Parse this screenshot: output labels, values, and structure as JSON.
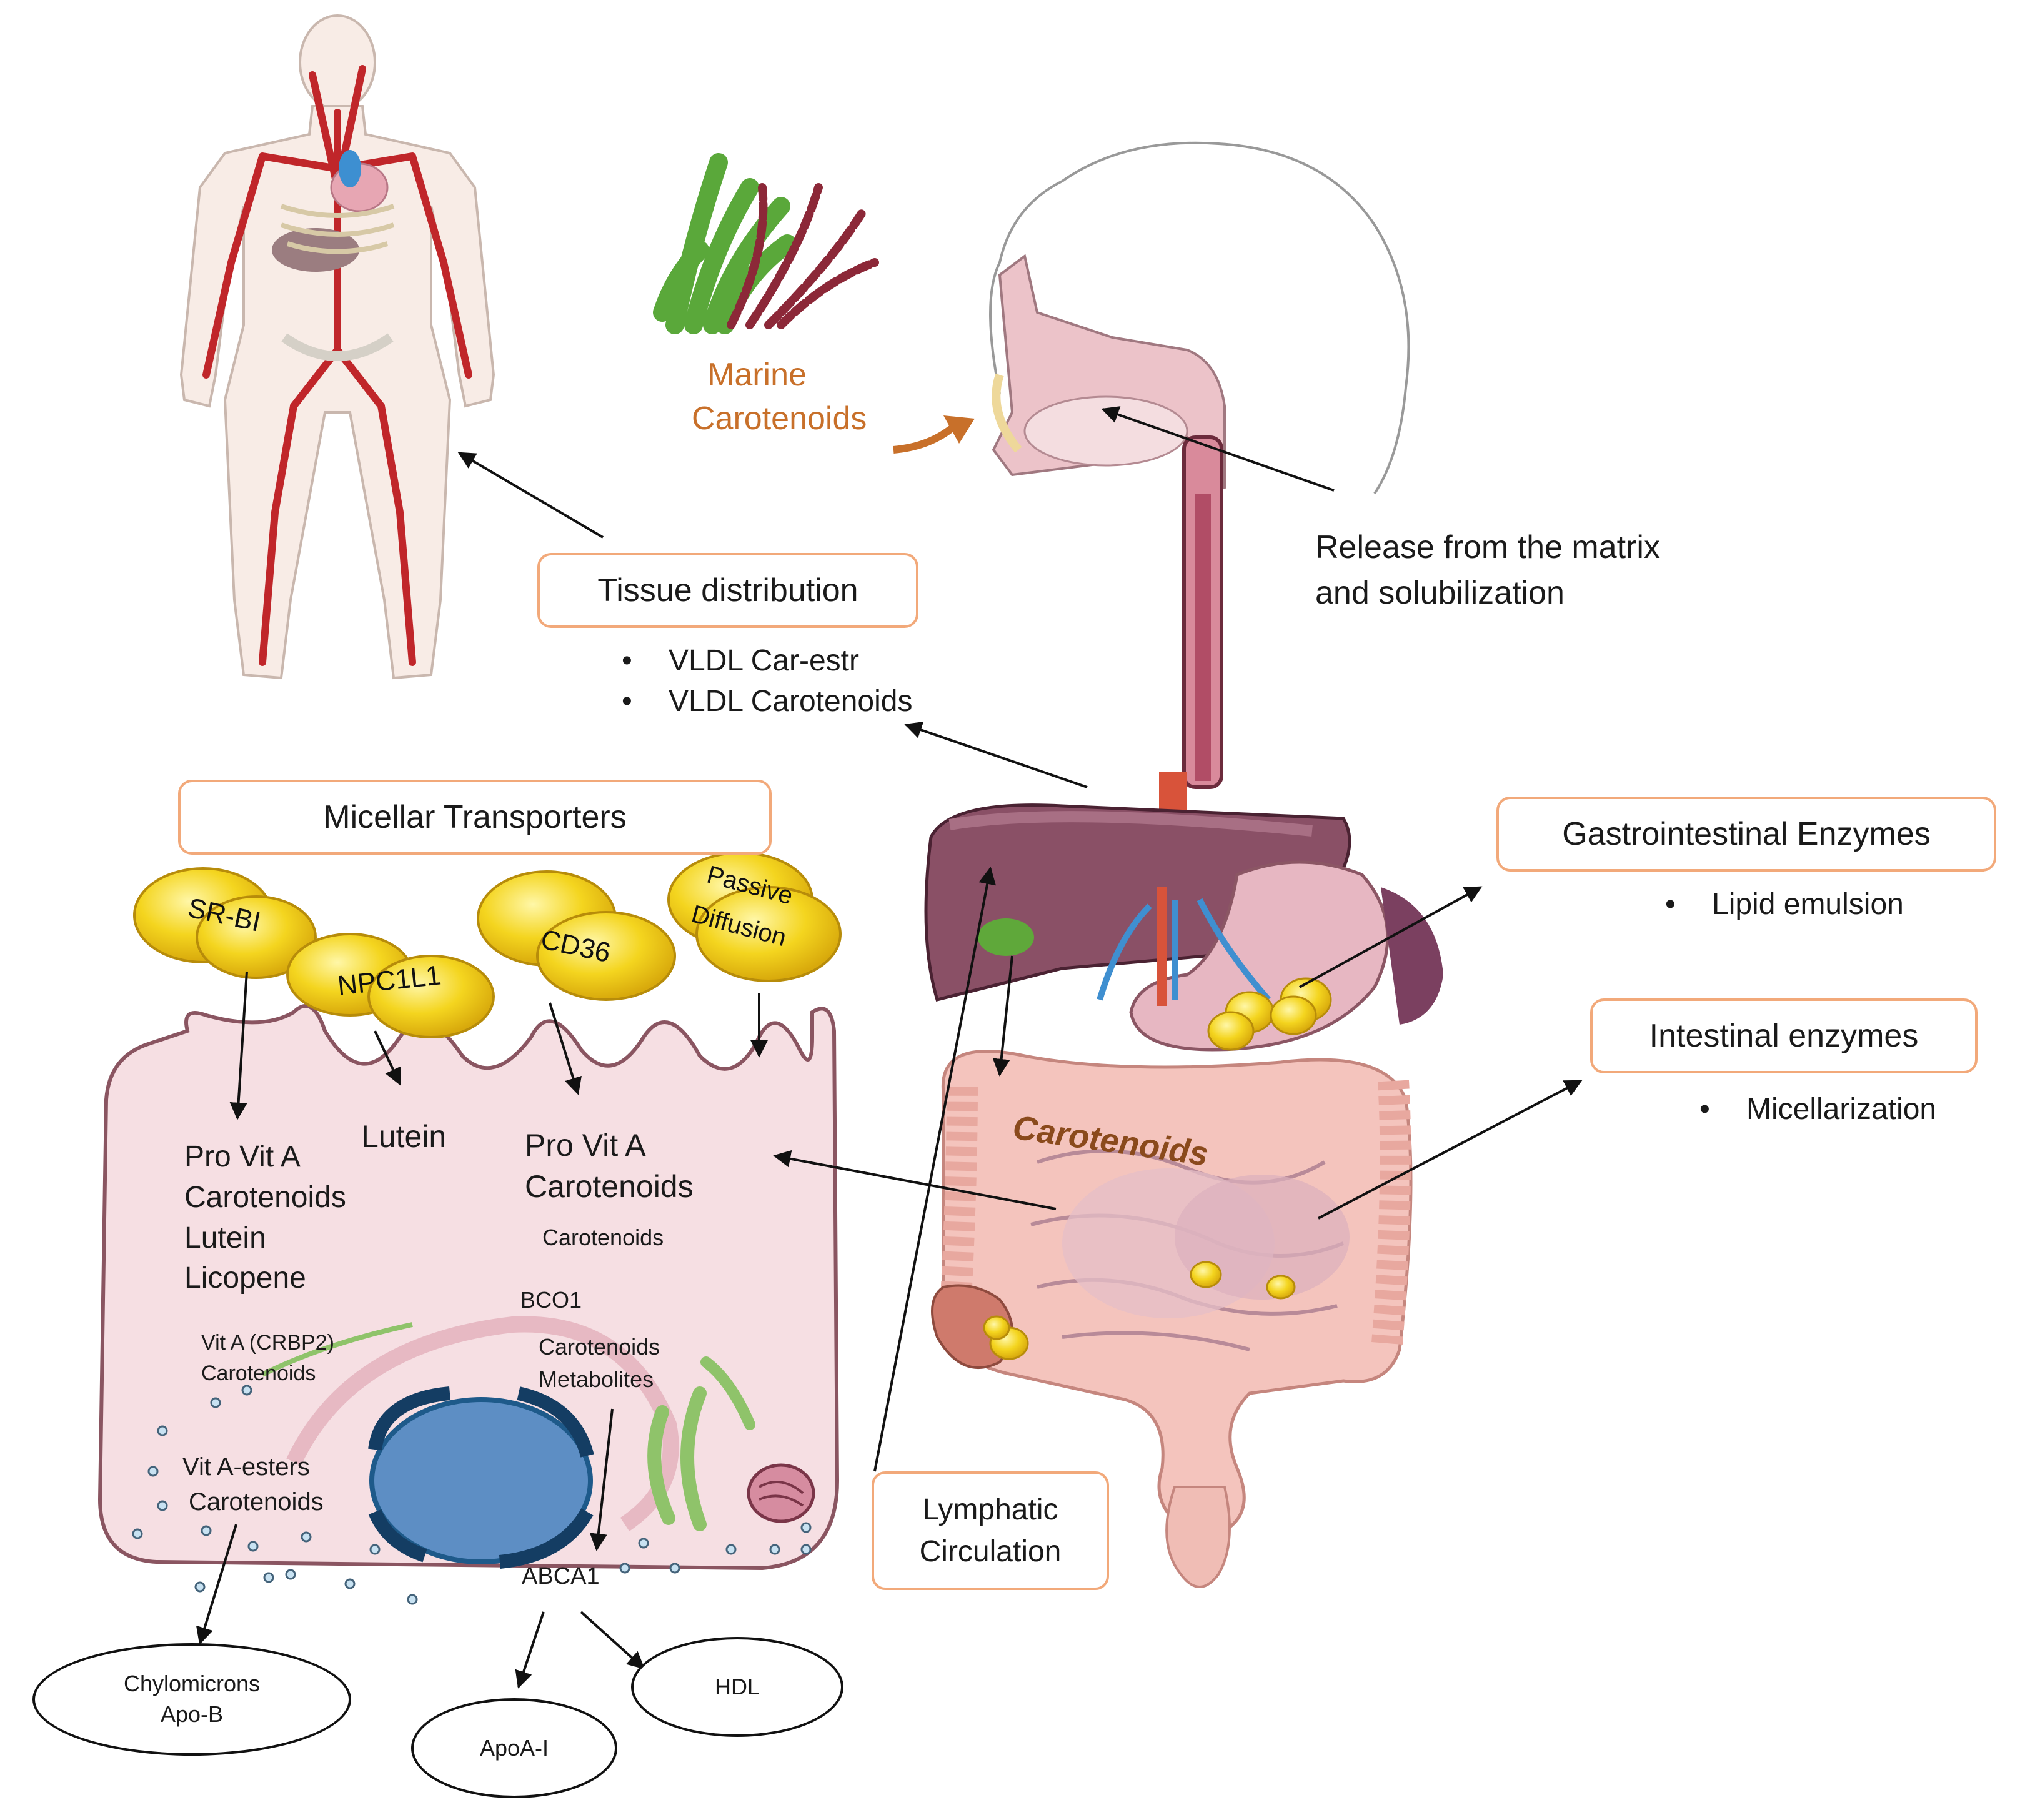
{
  "source": {
    "label_line1": "Marine",
    "label_line2": "Carotenoids",
    "color": "#c8702a"
  },
  "mouth": {
    "label_line1": "Release from the matrix",
    "label_line2": "and solubilization"
  },
  "tissue": {
    "title": "Tissue distribution",
    "bullets": [
      "VLDL Car-estr",
      "VLDL Carotenoids"
    ]
  },
  "micellar": {
    "title": "Micellar Transporters"
  },
  "transporters": [
    "SR-BI",
    "NPC1L1",
    "CD36",
    "Passive",
    "Diffusion"
  ],
  "gi": {
    "title": "Gastrointestinal Enzymes",
    "bullet": "Lipid emulsion"
  },
  "intestinal": {
    "title": "Intestinal enzymes",
    "bullet": "Micellarization"
  },
  "gut_label": "Carotenoids",
  "lymphatic": {
    "line1": "Lymphatic",
    "line2": "Circulation"
  },
  "cell": {
    "left_lines": [
      "Pro Vit A",
      "Carotenoids",
      "Lutein",
      "Licopene"
    ],
    "lutein": "Lutein",
    "center_line1": "Pro Vit A",
    "center_line2": "Carotenoids",
    "center_small": "Carotenoids",
    "bco1": "BCO1",
    "metab_line1": "Carotenoids",
    "metab_line2": "Metabolites",
    "vita_line1": "Vit A (CRBP2)",
    "vita_line2": "Carotenoids",
    "esters_line1": "Vit A-esters",
    "esters_line2": "Carotenoids",
    "abca1": "ABCA1"
  },
  "outputs": {
    "chylo_line1": "Chylomicrons",
    "chylo_line2": "Apo-B",
    "apoa": "ApoA-I",
    "hdl": "HDL"
  },
  "colors": {
    "box_border": "#f2a97a",
    "cell_fill": "#f6dfe3",
    "micelle": "#f2d21b",
    "artery": "#c0262a"
  }
}
